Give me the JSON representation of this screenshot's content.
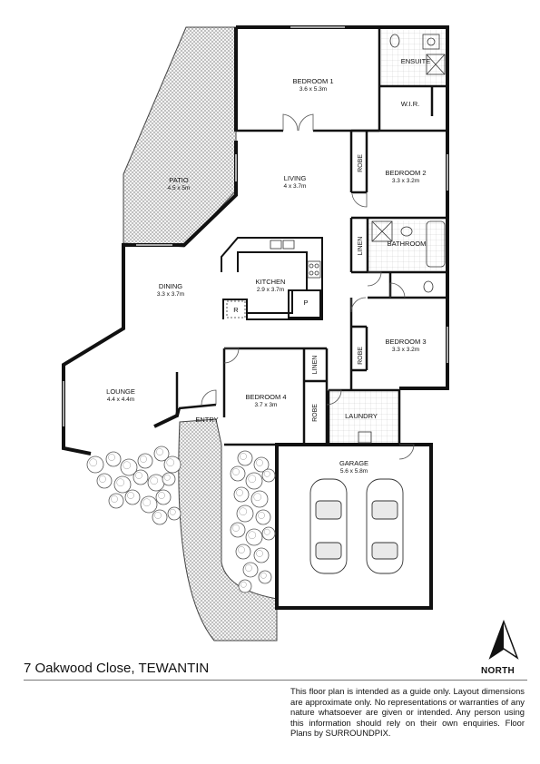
{
  "address": "7 Oakwood Close, TEWANTIN",
  "disclaimer": "This floor plan is intended as a guide only. Layout dimensions are approximate only. No representations or warranties of any nature whatsoever are given or intended. Any person using this information should rely on their own enquiries. Floor Plans by  SURROUNDPIX.",
  "compass": {
    "label": "NORTH"
  },
  "rooms": {
    "bedroom1": {
      "name": "BEDROOM 1",
      "dims": "3.6 x 5.3m"
    },
    "ensuite": {
      "name": "ENSUITE"
    },
    "wir": {
      "name": "W.I.R."
    },
    "patio": {
      "name": "PATIO",
      "dims": "4.5 x 5m"
    },
    "living": {
      "name": "LIVING",
      "dims": "4 x 3.7m"
    },
    "bedroom2": {
      "name": "BEDROOM 2",
      "dims": "3.3 x 3.2m"
    },
    "robe2": {
      "name": "ROBE"
    },
    "linen1": {
      "name": "LINEN"
    },
    "bathroom": {
      "name": "BATHROOM"
    },
    "dining": {
      "name": "DINING",
      "dims": "3.3 x 3.7m"
    },
    "kitchen": {
      "name": "KITCHEN",
      "dims": "2.9 x 3.7m"
    },
    "fridge": {
      "name": "R"
    },
    "pantry": {
      "name": "P"
    },
    "bedroom3": {
      "name": "BEDROOM 3",
      "dims": "3.3 x 3.2m"
    },
    "robe3": {
      "name": "ROBE"
    },
    "lounge": {
      "name": "LOUNGE",
      "dims": "4.4 x 4.4m"
    },
    "entry": {
      "name": "ENTRY"
    },
    "bedroom4": {
      "name": "BEDROOM 4",
      "dims": "3.7 x 3m"
    },
    "linen2": {
      "name": "LINEN"
    },
    "robe4": {
      "name": "ROBE"
    },
    "laundry": {
      "name": "LAUNDRY"
    },
    "garage": {
      "name": "GARAGE",
      "dims": "5.6 x 5.8m"
    }
  },
  "colors": {
    "wall": "#111111",
    "hatch": "#9a9a9a",
    "tree": "#666666"
  }
}
